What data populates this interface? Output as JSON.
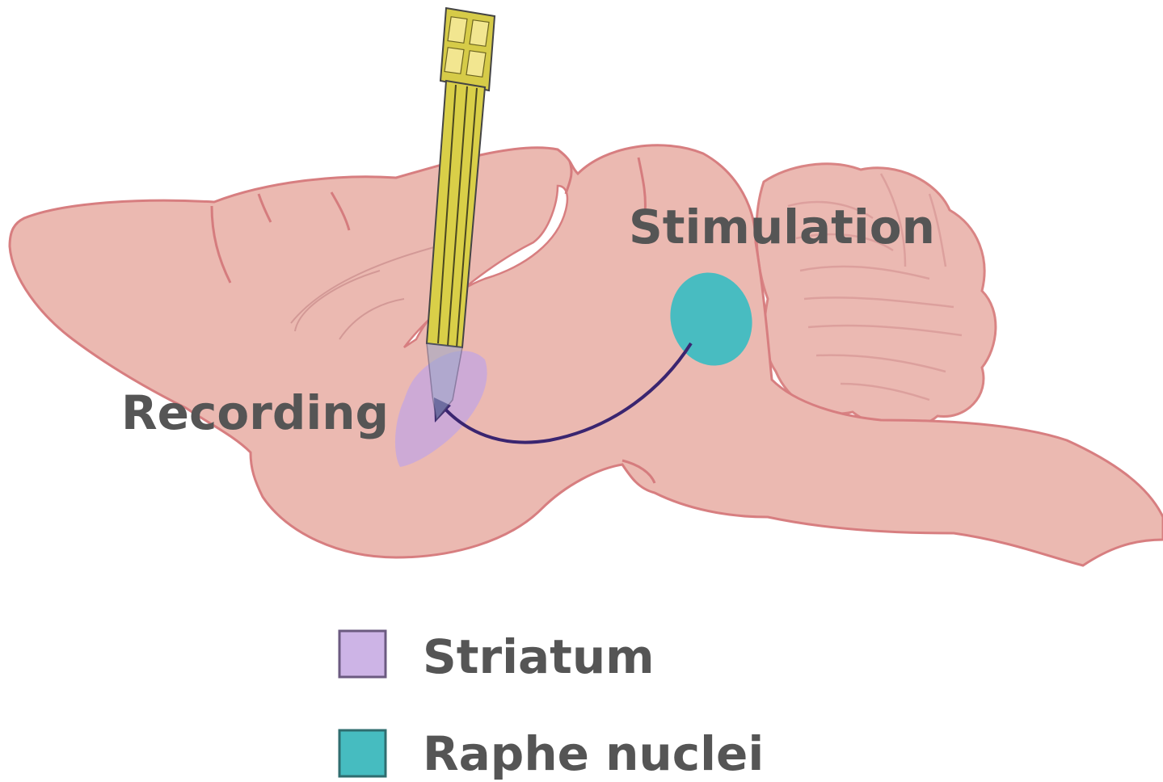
{
  "labels": {
    "stimulation": "Stimulation",
    "recording": "Recording"
  },
  "legend": [
    {
      "label": "Striatum",
      "color": "#cdb4e6"
    },
    {
      "label": "Raphe nuclei",
      "color": "#46bcc0"
    }
  ],
  "colors": {
    "brain_fill": "#eab9b0",
    "brain_stroke": "#d27a7c",
    "striatum": "#c6a6e0",
    "raphe_nuclei": "#3fbcc2",
    "pathway": "#3a2570",
    "electrode": "#d9cf48",
    "label_text": "#555555"
  }
}
